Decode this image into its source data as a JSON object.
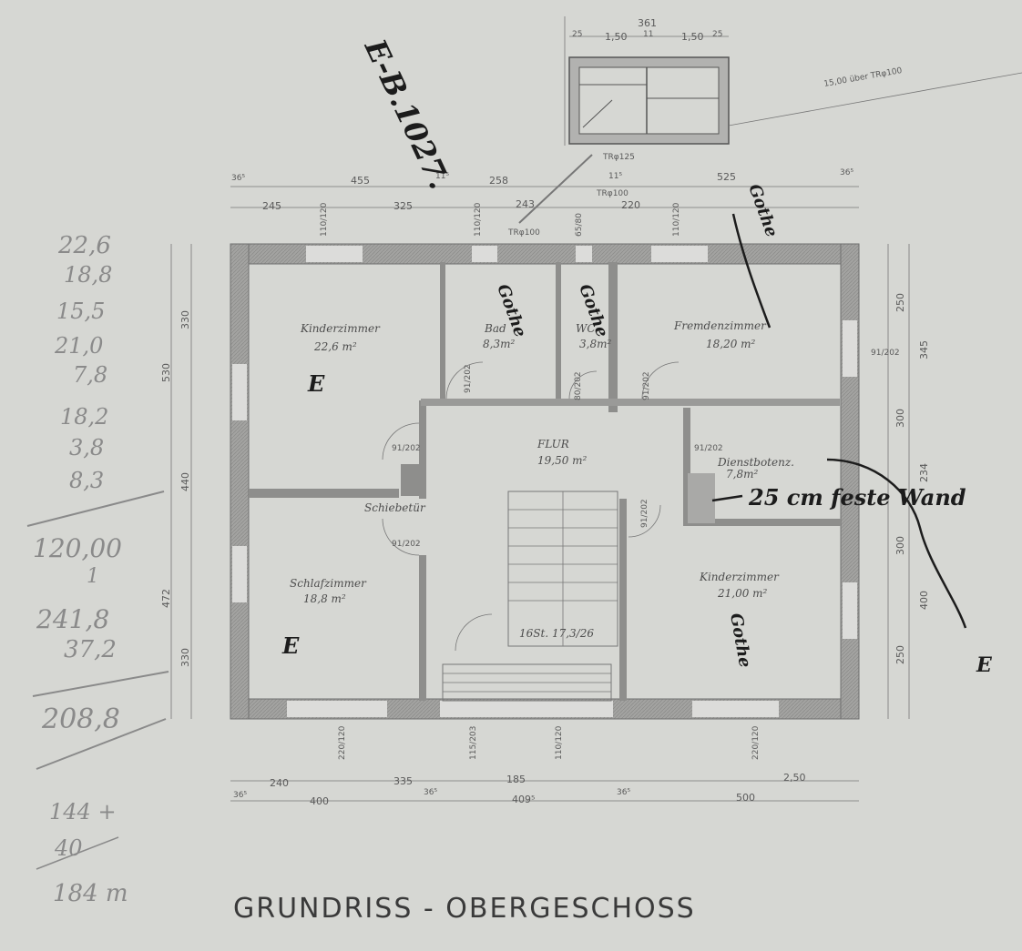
{
  "title": "GRUNDRISS - OBERGESCHOSS",
  "rooms": {
    "kinderzimmer1": {
      "name": "Kinderzimmer",
      "area": "22,6 m²"
    },
    "bad": {
      "name": "Bad",
      "area": "8,3m²"
    },
    "wc": {
      "name": "WC",
      "area": "3,8m²"
    },
    "fremdenzimmer": {
      "name": "Fremdenzimmer",
      "area": "18,20 m²"
    },
    "flur": {
      "name": "FLUR",
      "area": "19,50 m²"
    },
    "dienstboten": {
      "name": "Dienstbotenz.",
      "area": "7,8m²"
    },
    "schlafzimmer": {
      "name": "Schlafzimmer",
      "area": "18,8 m²"
    },
    "kinderzimmer2": {
      "name": "Kinderzimmer",
      "area": "21,00 m²"
    }
  },
  "labels": {
    "schiebetuer": "Schiebetür",
    "stairs": "16St. 17,3/26",
    "pipe_1": "15,00 über TRφ100",
    "pipe_2": "TRφ125",
    "pipe_3": "TRφ100",
    "pipe_4": "TRφ100"
  },
  "dimensions": {
    "top_row1": [
      "36⁵",
      "455",
      "11⁵",
      "258",
      "11⁵",
      "525",
      "36⁵"
    ],
    "top_row2": [
      "245",
      "325",
      "243",
      "220"
    ],
    "top_opening": [
      "110/120",
      "110/120",
      "65/80",
      "110/120"
    ],
    "bottom_row1": [
      "240",
      "335",
      "185",
      "2,50"
    ],
    "bottom_row2": [
      "36⁵",
      "400",
      "36⁵",
      "409⁵",
      "36⁵",
      "500"
    ],
    "bottom_opening": [
      "220/120",
      "115/203",
      "110/120",
      "220/120"
    ],
    "left": [
      "330",
      "530",
      "440",
      "472",
      "330"
    ],
    "right": [
      "250",
      "345",
      "300",
      "234",
      "300",
      "400",
      "250"
    ],
    "window_top": [
      "361",
      "25",
      "1,50",
      "11",
      "1,50",
      "25"
    ],
    "doors": [
      "91/202",
      "91/202",
      "80/202",
      "91/202",
      "91/202",
      "91/202",
      "91/202",
      "91/202"
    ]
  },
  "annotations": {
    "pencil_list": [
      "22,6",
      "18,8",
      "15,5",
      "21,0",
      "7,8",
      "18,2",
      "3,8",
      "8,3",
      "120,00",
      "1",
      "241,8",
      "37,2",
      "208,8"
    ],
    "pencil_sum": [
      "144 +",
      "40",
      "184 m"
    ],
    "ink_top": "E-B.1027.",
    "ink_notes": [
      "Gothe",
      "Gothe",
      "Gothe",
      "Gothe"
    ],
    "ink_e": "E",
    "ink_wall": "25 cm feste Wand"
  }
}
